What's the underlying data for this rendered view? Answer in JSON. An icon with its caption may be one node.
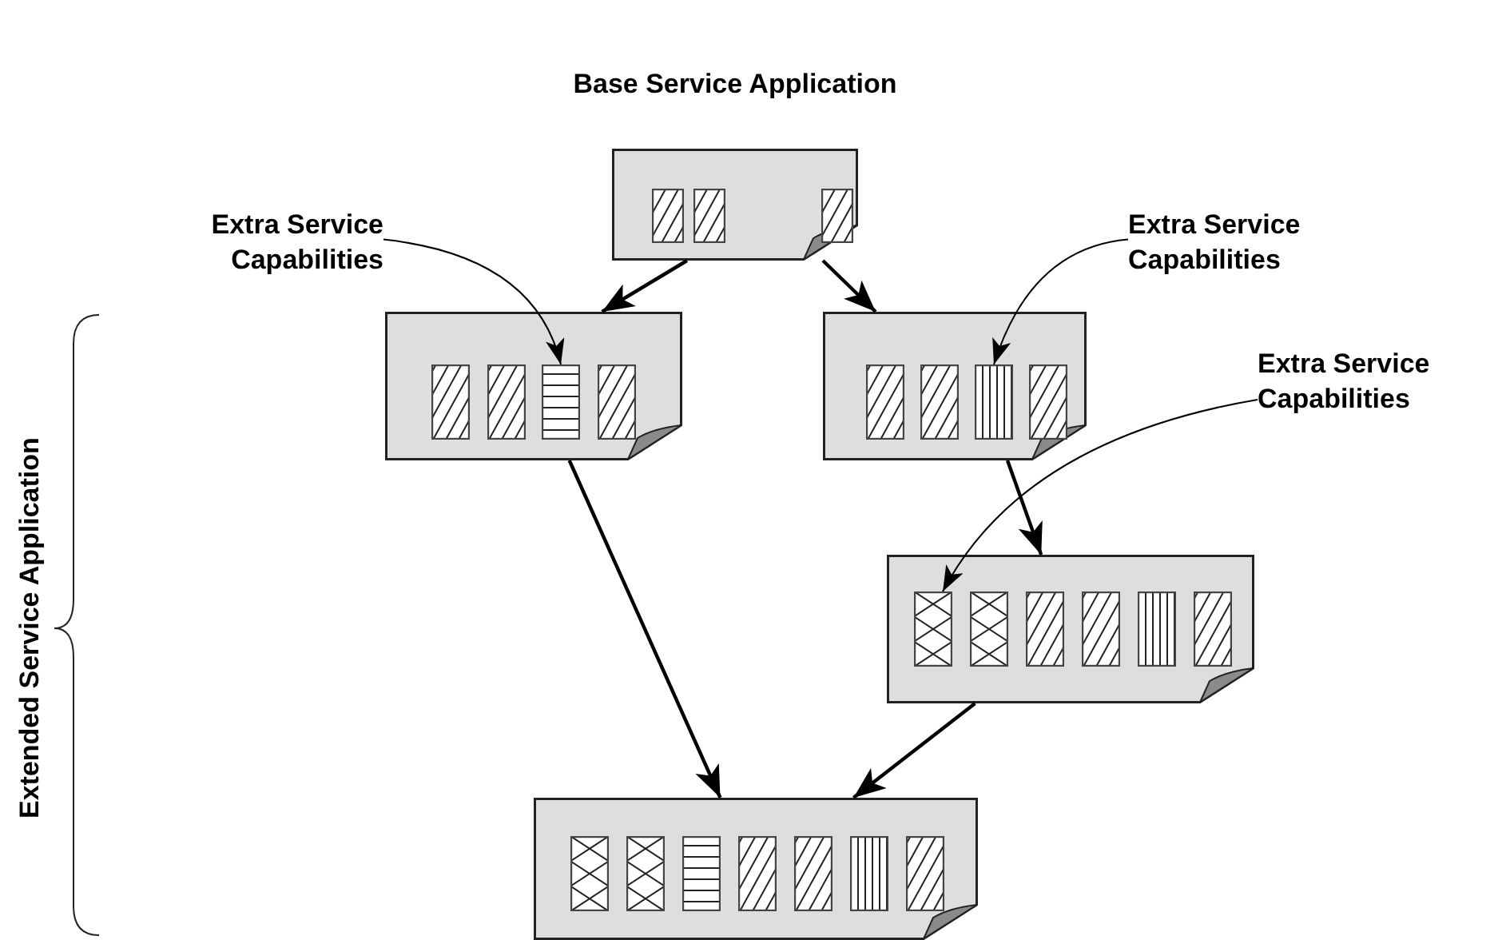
{
  "diagram": {
    "nodes": [
      {
        "text": [
          "Base Service Application"
        ]
      },
      {
        "text": [
          "Extra Service Capabilities"
        ]
      },
      {
        "text": [
          "Extra Service Capabilities"
        ]
      },
      {
        "text": [],
        "shape": "document"
      },
      {
        "text": [],
        "shape": "box",
        "in": 3
      },
      {
        "text": [],
        "shape": "document"
      },
      {
        "text": [],
        "shape": "box",
        "in": 5
      },
      {
        "text": [
          "Extra Service Capabilities"
        ]
      },
      {
        "text": [],
        "shape": "document"
      },
      {
        "text": [],
        "shape": "box",
        "in": 8
      },
      {
        "text": [],
        "shape": "document"
      }
    ],
    "edges": [
      {
        "from": 0,
        "to": 3,
        "arrow": "to"
      },
      {
        "from": 0,
        "to": 5,
        "arrow": "to"
      },
      {
        "from": 3,
        "to": 10,
        "arrow": "to"
      },
      {
        "from": 5,
        "to": 8,
        "arrow": "to"
      },
      {
        "from": 8,
        "to": 10,
        "arrow": "to"
      },
      {
        "from": 1,
        "to": 4,
        "arrow": "to"
      },
      {
        "from": 2,
        "to": 6,
        "arrow": "to"
      },
      {
        "from": 7,
        "to": 9,
        "arrow": "to"
      }
    ],
    "labels": [
      "Extended Service Application"
    ]
  }
}
